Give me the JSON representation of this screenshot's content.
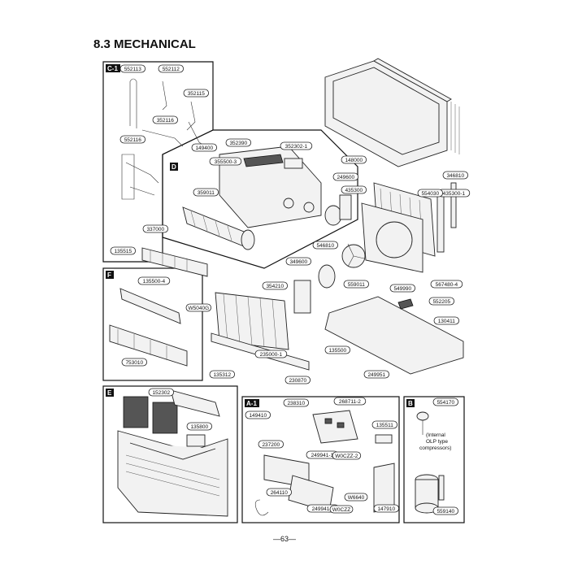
{
  "header": {
    "title": "8.3 MECHANICAL"
  },
  "footer": {
    "page_number": "—63—"
  },
  "sections": {
    "c1": "C-1",
    "d": "D",
    "f": "F",
    "e": "E",
    "a1": "A-1",
    "b": "B"
  },
  "note": {
    "line1": "(Internal",
    "line2": "OLP type",
    "line3": "compressors)"
  },
  "callouts": [
    "552113",
    "552112",
    "352115",
    "352116",
    "552116",
    "149400",
    "352390",
    "352302-1",
    "355500-3",
    "359011",
    "148000",
    "249600",
    "346810",
    "435300",
    "435300-1",
    "554030",
    "337000",
    "135515",
    "546810",
    "349600",
    "559011",
    "549990",
    "567480-4",
    "552205",
    "135500-4",
    "354210",
    "W5040G",
    "135500",
    "130411",
    "753010",
    "235000-1",
    "230870",
    "135312",
    "249951",
    "554170",
    "152302",
    "238310",
    "268711-2",
    "149410",
    "135511",
    "135800",
    "237200",
    "249941-1",
    "W0CZZ-2",
    "W6640",
    "264110",
    "249941-2",
    "W0CZZ",
    "147910",
    "559140"
  ]
}
